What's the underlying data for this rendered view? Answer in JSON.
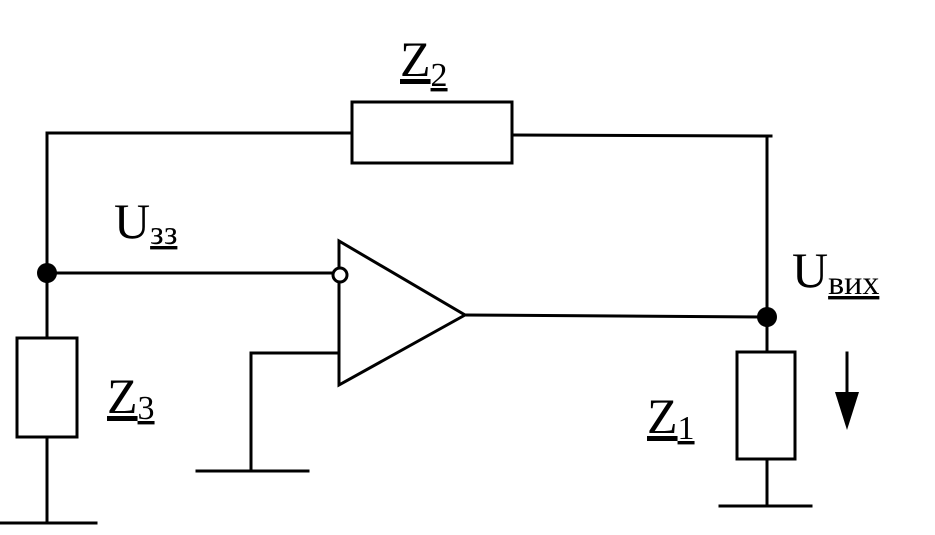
{
  "labels": {
    "z2": {
      "main": "Z",
      "sub": "2"
    },
    "z3": {
      "main": "Z",
      "sub": "3"
    },
    "z1": {
      "main": "Z",
      "sub": "1"
    },
    "u_zz": {
      "main": "U",
      "sub": "зз"
    },
    "u_out": {
      "main": "U",
      "sub": "вих"
    }
  },
  "colors": {
    "ink": "#000000",
    "background": "#ffffff"
  }
}
